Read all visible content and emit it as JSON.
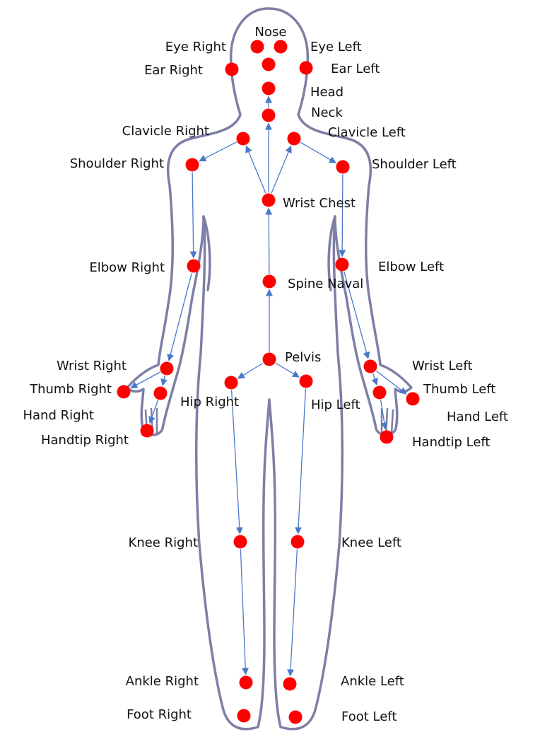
{
  "colors": {
    "background": "#ffffff",
    "outline": "#7d7fa6",
    "joint": "#ff0000",
    "bone": "#4a78c8",
    "label": "#111111"
  },
  "joints": [
    {
      "id": "nose",
      "label": "Nose"
    },
    {
      "id": "eye-right",
      "label": "Eye Right"
    },
    {
      "id": "eye-left",
      "label": "Eye Left"
    },
    {
      "id": "ear-right",
      "label": "Ear Right"
    },
    {
      "id": "ear-left",
      "label": "Ear Left"
    },
    {
      "id": "head",
      "label": "Head"
    },
    {
      "id": "neck",
      "label": "Neck"
    },
    {
      "id": "clavicle-right",
      "label": "Clavicle Right"
    },
    {
      "id": "clavicle-left",
      "label": "Clavicle Left"
    },
    {
      "id": "shoulder-right",
      "label": "Shoulder Right"
    },
    {
      "id": "shoulder-left",
      "label": "Shoulder Left"
    },
    {
      "id": "wrist-chest",
      "label": "Wrist Chest"
    },
    {
      "id": "elbow-right",
      "label": "Elbow Right"
    },
    {
      "id": "elbow-left",
      "label": "Elbow Left"
    },
    {
      "id": "spine-naval",
      "label": "Spine Naval"
    },
    {
      "id": "pelvis",
      "label": "Pelvis"
    },
    {
      "id": "wrist-right",
      "label": "Wrist Right"
    },
    {
      "id": "wrist-left",
      "label": "Wrist Left"
    },
    {
      "id": "thumb-right",
      "label": "Thumb Right"
    },
    {
      "id": "thumb-left",
      "label": "Thumb Left"
    },
    {
      "id": "hand-right",
      "label": "Hand Right"
    },
    {
      "id": "hand-left",
      "label": "Hand Left"
    },
    {
      "id": "handtip-right",
      "label": "Handtip Right"
    },
    {
      "id": "handtip-left",
      "label": "Handtip Left"
    },
    {
      "id": "hip-right",
      "label": "Hip Right"
    },
    {
      "id": "hip-left",
      "label": "Hip Left"
    },
    {
      "id": "knee-right",
      "label": "Knee Right"
    },
    {
      "id": "knee-left",
      "label": "Knee Left"
    },
    {
      "id": "ankle-right",
      "label": "Ankle Right"
    },
    {
      "id": "ankle-left",
      "label": "Ankle Left"
    },
    {
      "id": "foot-right",
      "label": "Foot Right"
    },
    {
      "id": "foot-left",
      "label": "Foot Left"
    }
  ],
  "bones": [
    {
      "from": "pelvis",
      "to": "spine-naval"
    },
    {
      "from": "spine-naval",
      "to": "wrist-chest"
    },
    {
      "from": "wrist-chest",
      "to": "neck"
    },
    {
      "from": "neck",
      "to": "head"
    },
    {
      "from": "wrist-chest",
      "to": "clavicle-right"
    },
    {
      "from": "wrist-chest",
      "to": "clavicle-left"
    },
    {
      "from": "clavicle-right",
      "to": "shoulder-right"
    },
    {
      "from": "clavicle-left",
      "to": "shoulder-left"
    },
    {
      "from": "shoulder-right",
      "to": "elbow-right"
    },
    {
      "from": "shoulder-left",
      "to": "elbow-left"
    },
    {
      "from": "elbow-right",
      "to": "wrist-right"
    },
    {
      "from": "elbow-left",
      "to": "wrist-left"
    },
    {
      "from": "wrist-right",
      "to": "thumb-right"
    },
    {
      "from": "wrist-right",
      "to": "hand-right"
    },
    {
      "from": "hand-right",
      "to": "handtip-right"
    },
    {
      "from": "wrist-left",
      "to": "thumb-left"
    },
    {
      "from": "wrist-left",
      "to": "hand-left"
    },
    {
      "from": "hand-left",
      "to": "handtip-left"
    },
    {
      "from": "pelvis",
      "to": "hip-right"
    },
    {
      "from": "pelvis",
      "to": "hip-left"
    },
    {
      "from": "hip-right",
      "to": "knee-right"
    },
    {
      "from": "hip-left",
      "to": "knee-left"
    },
    {
      "from": "knee-right",
      "to": "ankle-right"
    },
    {
      "from": "knee-left",
      "to": "ankle-left"
    }
  ]
}
